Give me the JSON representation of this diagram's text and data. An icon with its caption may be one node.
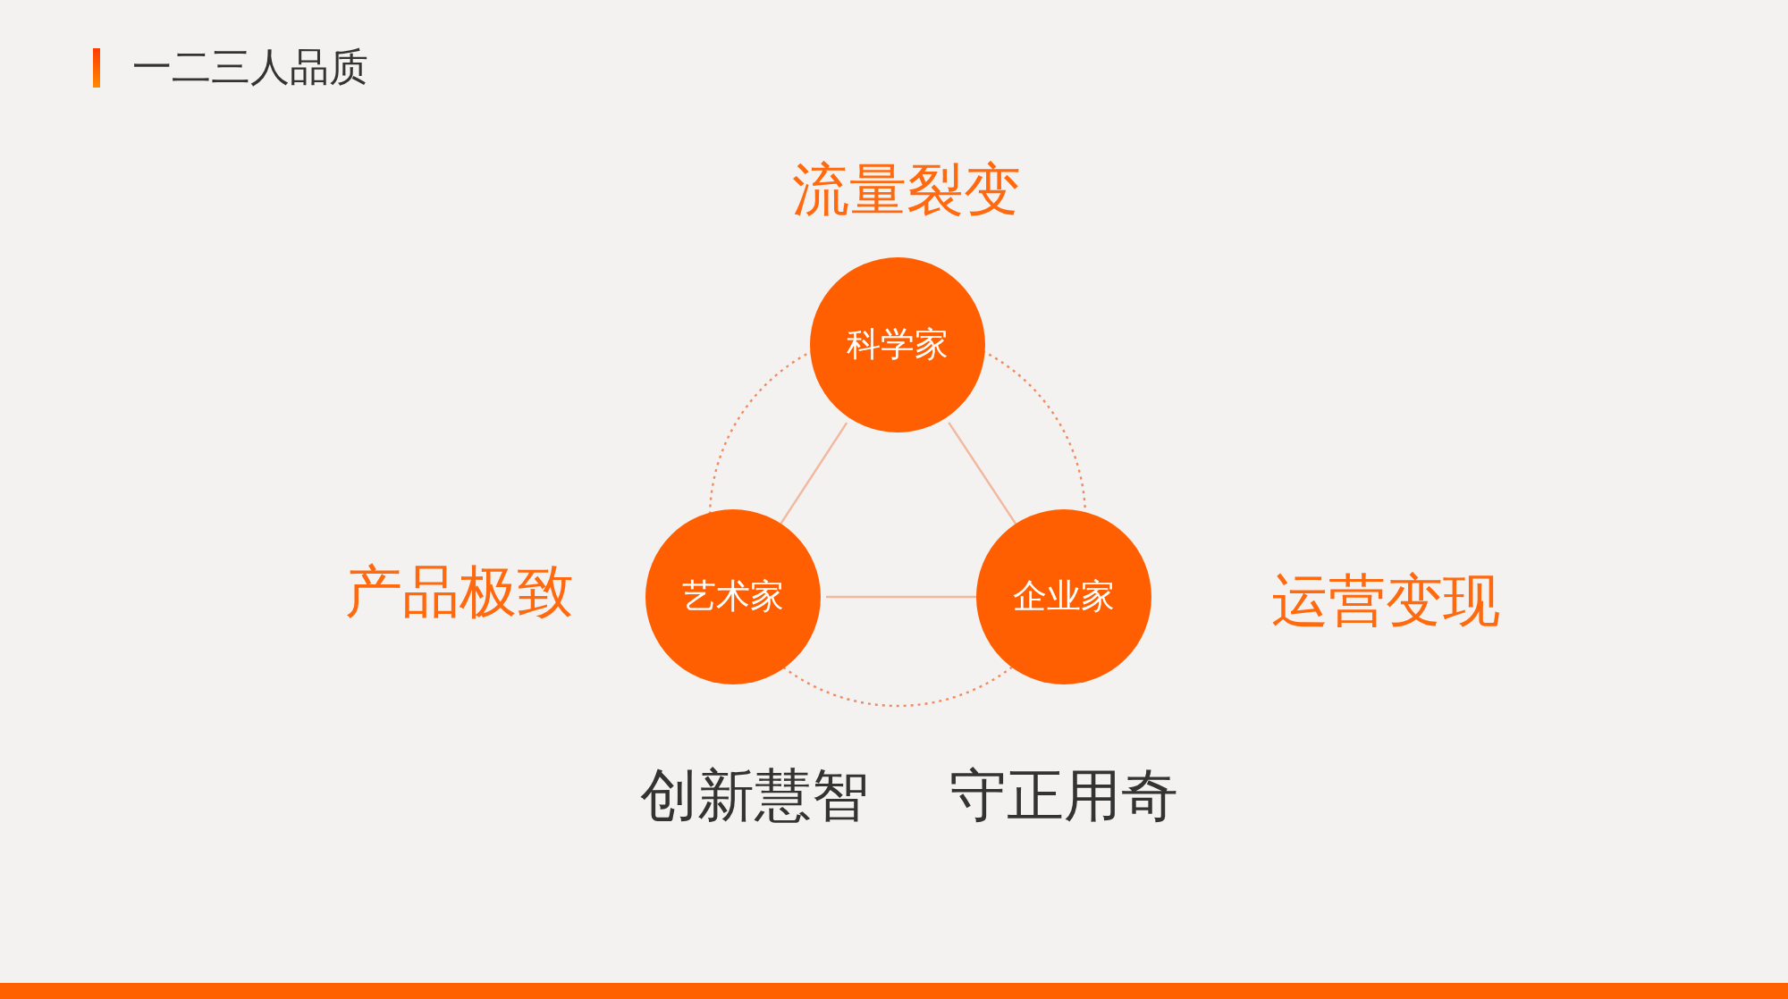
{
  "diagram": {
    "title": "一二三人品质",
    "nodes": [
      {
        "text": [
          "科学家"
        ],
        "beside": [
          "流量裂变"
        ]
      },
      {
        "text": [
          "艺术家"
        ],
        "beside": [
          "产品极致"
        ]
      },
      {
        "text": [
          "企业家"
        ],
        "beside": [
          "运营变现"
        ]
      }
    ],
    "edges": [
      {
        "from": 0,
        "to": 1,
        "arrow": "none"
      },
      {
        "from": 0,
        "to": 2,
        "arrow": "none"
      },
      {
        "from": 1,
        "to": 2,
        "arrow": "none"
      }
    ],
    "labels": [
      "创新慧智",
      "守正用奇"
    ]
  }
}
